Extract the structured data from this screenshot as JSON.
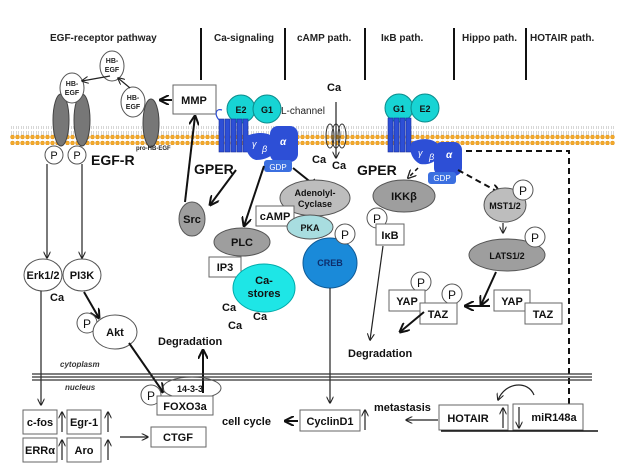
{
  "headers": {
    "egf": "EGF-receptor pathway",
    "ca": "Ca-signaling",
    "camp": "cAMP path.",
    "ikb": "IκB path.",
    "hippo": "Hippo path.",
    "hotair": "HOTAIR path."
  },
  "membrane": {
    "hb_egf": "HB-\nEGF",
    "hb": "HB-",
    "egf": "EGF",
    "pro_hb_egf": "pro-HB-EGF",
    "egf_r": "EGF-R",
    "mmp": "MMP",
    "e2": "E2",
    "g1": "G1",
    "l_channel": "L-channel",
    "ca": "Ca",
    "gper": "GPER",
    "gdp": "GDP",
    "gamma": "γ",
    "beta": "β",
    "alpha": "α",
    "p": "P"
  },
  "cytoplasm": {
    "src": "Src",
    "plc": "PLC",
    "ip3": "IP3",
    "ca_stores_1": "Ca-",
    "ca_stores_2": "stores",
    "adenylyl_1": "Adenolyl-",
    "adenylyl_2": "Cyclase",
    "camp": "cAMP",
    "pka": "PKA",
    "creb": "CREB",
    "ikkb": "IKKβ",
    "ikb": "IκB",
    "mst": "MST1/2",
    "lats": "LATS1/2",
    "yap": "YAP",
    "taz": "TAZ",
    "erk": "Erk1/2",
    "pi3k": "PI3K",
    "akt": "Akt",
    "degradation": "Degradation",
    "cytoplasm_label": "cytoplasm",
    "nucleus_label": "nucleus"
  },
  "nucleus": {
    "p1433": "14-3-3",
    "foxo3a": "FOXO3a",
    "cfos": "c-fos",
    "egr1": "Egr-1",
    "erra": "ERRα",
    "aro": "Aro",
    "ctgf": "CTGF",
    "cell_cycle": "cell cycle",
    "cyclind1": "CyclinD1",
    "metastasis": "metastasis",
    "hotair": "HOTAIR",
    "mir148a": "miR148a"
  },
  "colors": {
    "cyan": "#17d4d4",
    "gper_blue": "#2d4fd6",
    "gdp_blue": "#3b6fe0",
    "creb_blue": "#1a8ad9",
    "pka": "#a8dde0",
    "ca_stores": "#1ee6e6",
    "membrane_orange": "#f4a92a",
    "grey": "#9e9e9e"
  }
}
